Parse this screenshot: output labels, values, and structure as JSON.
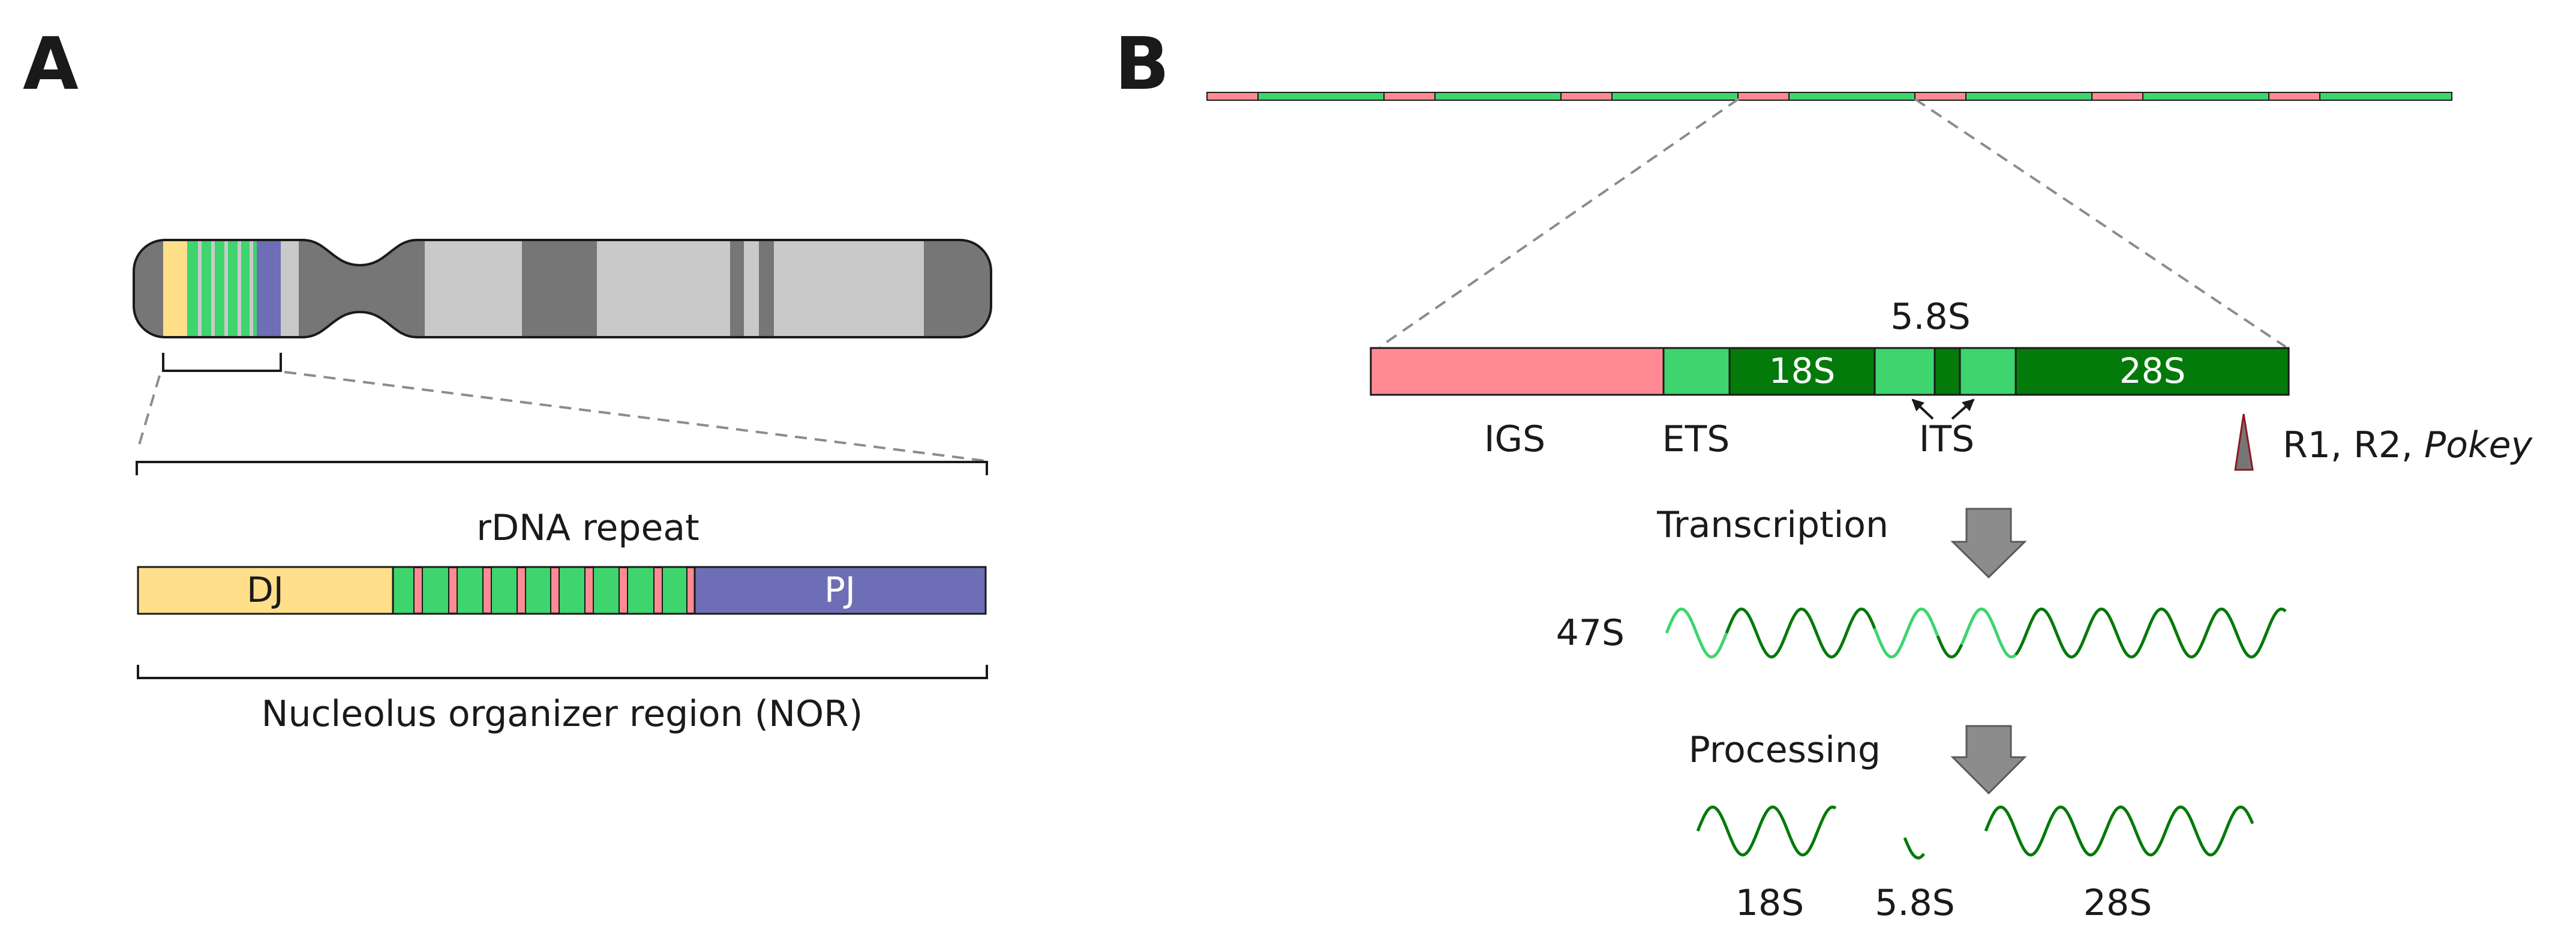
{
  "panels": {
    "a": {
      "letter": "A",
      "chromosome_label": "",
      "dj_label": "DJ",
      "pj_label": "PJ",
      "repeat_label": "rDNA repeat",
      "nor_label": "Nucleolus organizer region (NOR)"
    },
    "b": {
      "letter": "B",
      "unit_labels": {
        "igs": "IGS",
        "ets": "ETS",
        "s18": "18S",
        "s58": "5.8S",
        "its": "ITS",
        "s28": "28S"
      },
      "te_label_plain": "R1, R2, ",
      "te_label_italic": "Pokey",
      "transcription_label": "Transcription",
      "transcript_label": "47S",
      "processing_label": "Processing",
      "products": {
        "p18": "18S",
        "p58": "5.8S",
        "p28": "28S"
      }
    }
  },
  "colors": {
    "igs": "#ff8a94",
    "ets_its": "#3ed46e",
    "rrna": "#047a0a",
    "dj": "#ffdf8a",
    "pj": "#6e6eb6",
    "chromosome_dark": "#767676",
    "chromosome_light": "#c9c9c9",
    "arrow": "#8c8c8c"
  }
}
